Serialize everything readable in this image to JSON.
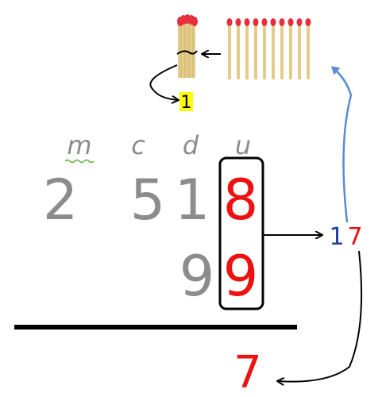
{
  "headers": [
    "m",
    "c",
    "d",
    "u"
  ],
  "addend1": [
    "2",
    "5",
    "1",
    "8"
  ],
  "addend2": [
    "9",
    "9"
  ],
  "sum_units_tens": "1",
  "sum_units_units": "7",
  "result_units": "7",
  "carry": "1",
  "colors": {
    "gray": "#8c8c8c",
    "red": "#ee1111",
    "blue": "#1c3f9c",
    "arrow_blue": "#5b8bd0",
    "match_red": "#e62e3d",
    "match_wood": "#e3cc8a",
    "carry_bg": "#ffff00"
  },
  "icons": [
    "matchstick-bundle-icon",
    "matchsticks-icon"
  ]
}
